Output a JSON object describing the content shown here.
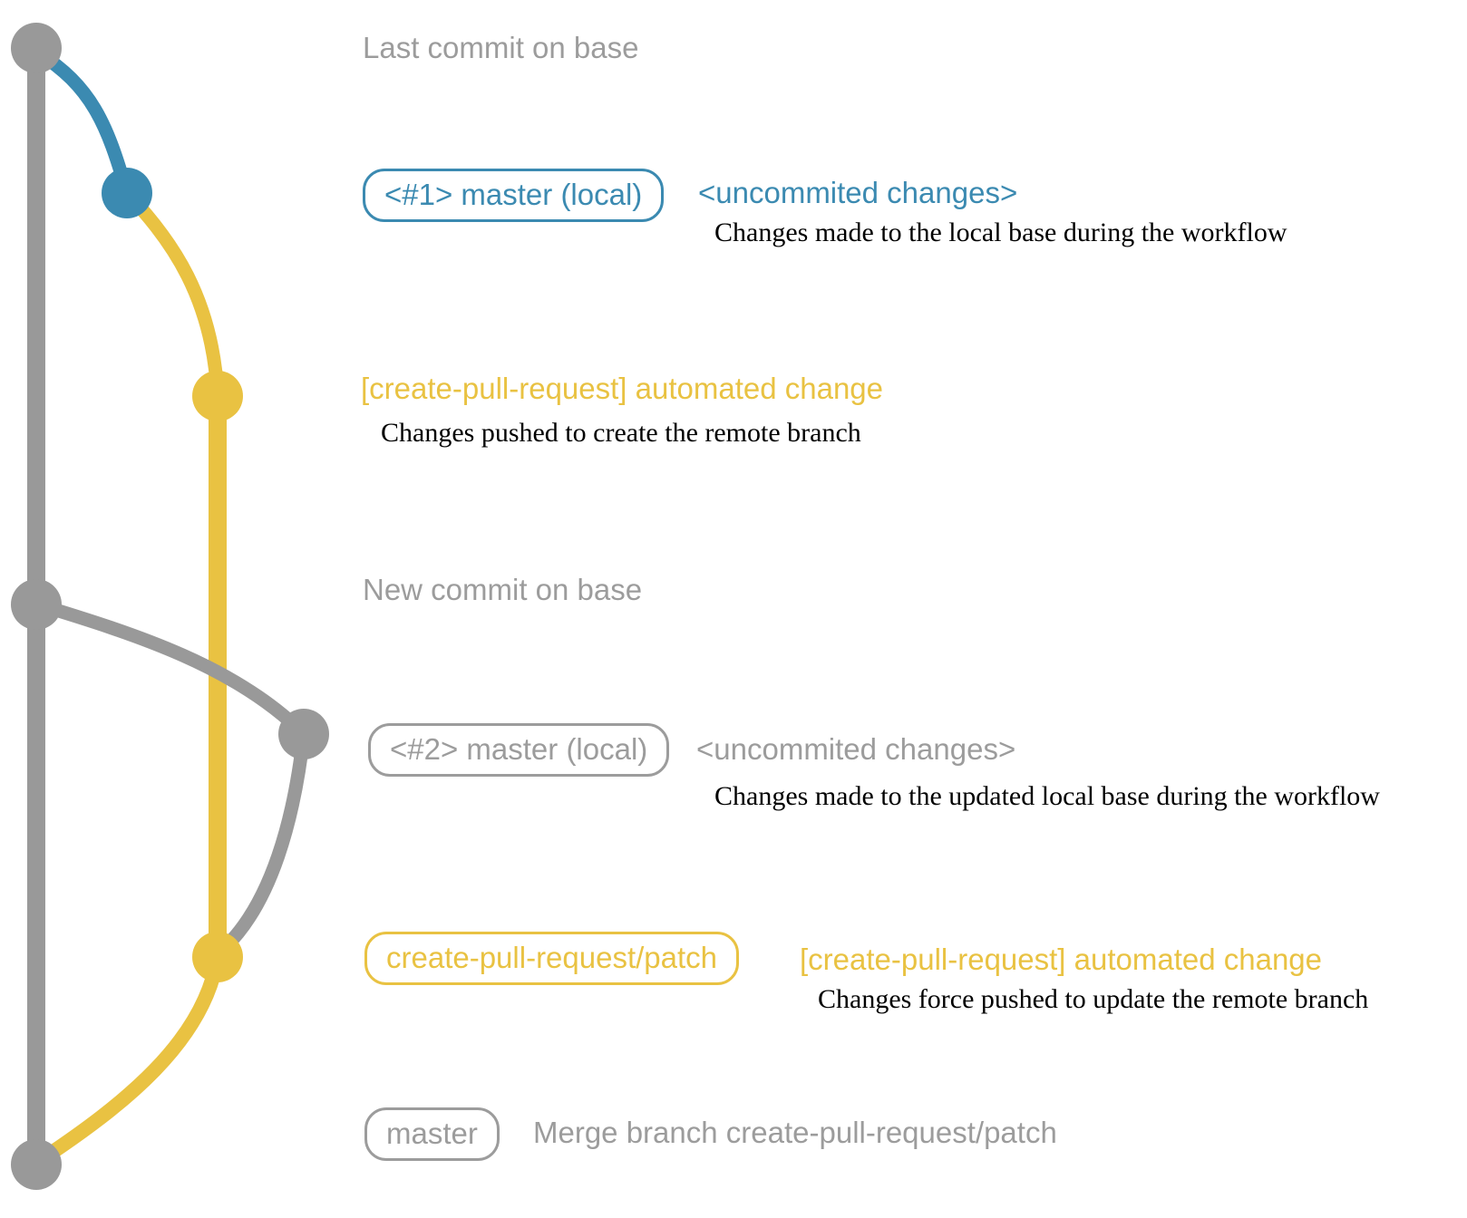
{
  "colors": {
    "gray": "#999999",
    "gray_text": "#9c9c9c",
    "blue": "#3b8ab1",
    "yellow": "#e9c242",
    "ink": "#000000"
  },
  "graph": {
    "nodes": [
      {
        "id": "last-commit-on-base",
        "color": "gray"
      },
      {
        "id": "commit-1-local-master",
        "color": "blue"
      },
      {
        "id": "push-1-remote-branch",
        "color": "yellow"
      },
      {
        "id": "new-commit-on-base",
        "color": "gray"
      },
      {
        "id": "commit-2-local-master",
        "color": "gray"
      },
      {
        "id": "push-2-remote-branch",
        "color": "yellow"
      },
      {
        "id": "merge-commit",
        "color": "gray"
      }
    ]
  },
  "rows": {
    "r1": {
      "heading": "Last commit on base"
    },
    "r2": {
      "badge": "<#1> master (local)",
      "message": "<uncommited changes>",
      "description": "Changes made to the local base during the workflow"
    },
    "r3": {
      "message": "[create-pull-request] automated change",
      "description": "Changes pushed to create the remote branch"
    },
    "r4": {
      "heading": "New commit on base"
    },
    "r5": {
      "badge": "<#2> master (local)",
      "message": "<uncommited changes>",
      "description": "Changes made to the updated local base during the workflow"
    },
    "r6": {
      "badge": "create-pull-request/patch",
      "message": "[create-pull-request] automated change",
      "description": "Changes force pushed to update the remote branch"
    },
    "r7": {
      "badge": "master",
      "message": "Merge branch create-pull-request/patch"
    }
  }
}
